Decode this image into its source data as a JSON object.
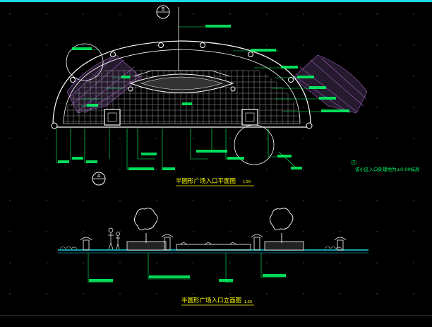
{
  "colors": {
    "background": "#000000",
    "frame": "#20d8e8",
    "lines": "#ffffff",
    "annotation": "#00ff66",
    "leader": "#00ff66",
    "title": "#ffff00",
    "note": "#00ff66",
    "ground": "#19d4e6",
    "paving": "#c9c9c9",
    "hatch": "#b26bd6",
    "grid_dots": "#6a6a6a"
  },
  "icons": {
    "section_marker": "section-circle-icon",
    "tree": "tree-symbol-icon",
    "column_cap": "pillar-cap-icon",
    "person": "human-figure-icon"
  },
  "drawing": {
    "section_mark_top": "B",
    "section_mark_left": "A",
    "plan_title": "半圆形广场入口平面图",
    "plan_scale": "1:50",
    "elevation_title": "半圆形广场入口立面图",
    "elevation_scale": "1:50",
    "note_heading": "注:",
    "note_text": "该小区入口处理地为±0.00标高"
  }
}
